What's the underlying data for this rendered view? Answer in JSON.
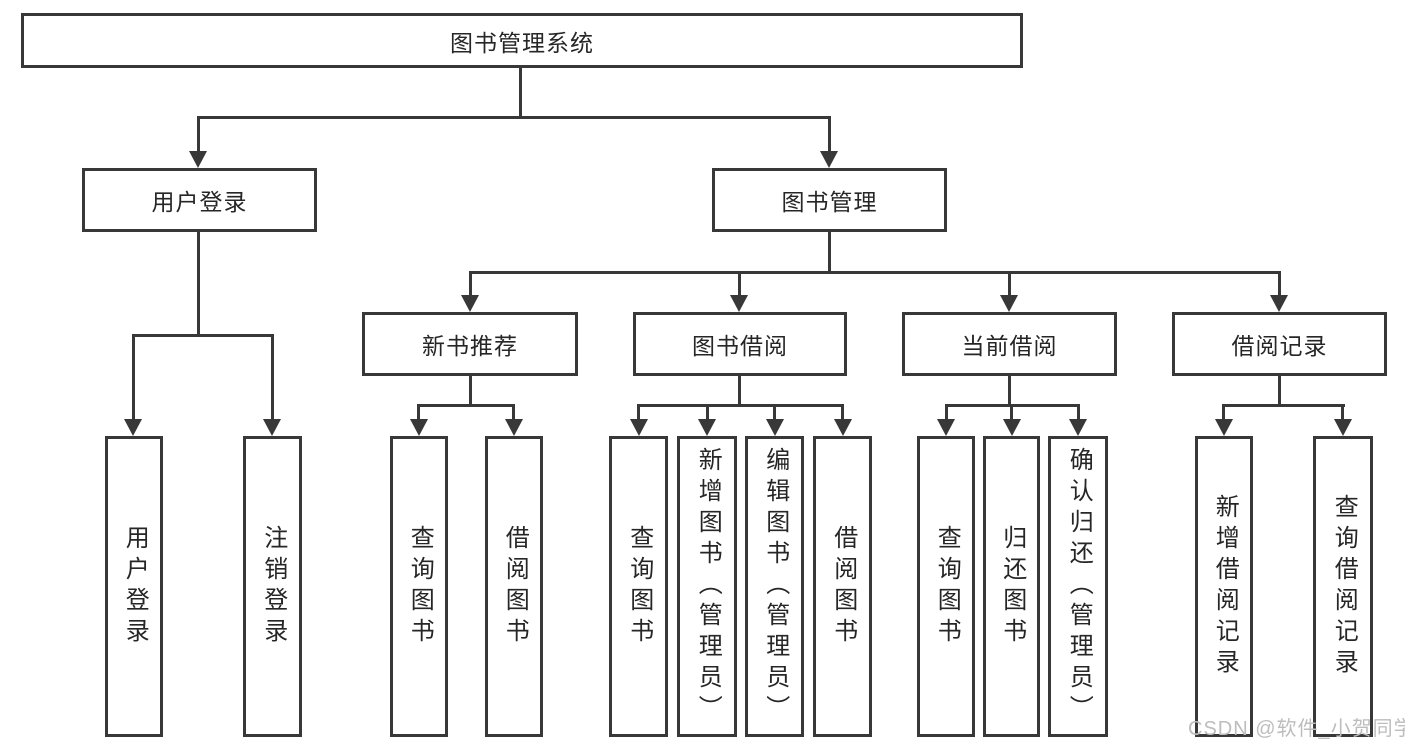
{
  "tree": {
    "root": {
      "label": "图书管理系统"
    },
    "branches": [
      {
        "label": "用户登录",
        "children": [
          {
            "label": "用户登录"
          },
          {
            "label": "注销登录"
          }
        ]
      },
      {
        "label": "图书管理",
        "children": [
          {
            "label": "新书推荐",
            "children": [
              {
                "label": "查询图书"
              },
              {
                "label": "借阅图书"
              }
            ]
          },
          {
            "label": "图书借阅",
            "children": [
              {
                "label": "查询图书"
              },
              {
                "label": "新增图书（管理员）"
              },
              {
                "label": "编辑图书（管理员）"
              },
              {
                "label": "借阅图书"
              }
            ]
          },
          {
            "label": "当前借阅",
            "children": [
              {
                "label": "查询图书"
              },
              {
                "label": "归还图书"
              },
              {
                "label": "确认归还（管理员）"
              }
            ]
          },
          {
            "label": "借阅记录",
            "children": [
              {
                "label": "新增借阅记录"
              },
              {
                "label": "查询借阅记录"
              }
            ]
          }
        ]
      }
    ]
  },
  "watermark": {
    "text": "CSDN @软件_小贺同学"
  },
  "colors": {
    "line": "#383838",
    "box_border": "#383838",
    "box_background": "#ffffff",
    "text": "#262626",
    "watermark": "#bdbdbd",
    "page_background": "#ffffff"
  }
}
